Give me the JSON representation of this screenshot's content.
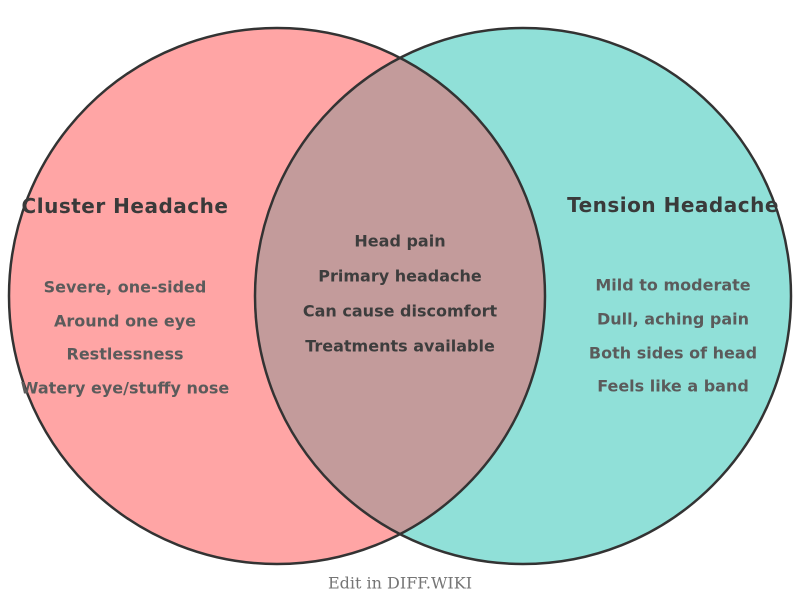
{
  "diagram": {
    "type": "venn",
    "caption": "Edit in DIFF.WIKI",
    "stroke_color": "#333333",
    "left": {
      "title": "Cluster Headache",
      "color": "#FFA5A5",
      "items": [
        "Severe, one-sided",
        "Around one eye",
        "Restlessness",
        "Watery eye/stuffy nose"
      ]
    },
    "right": {
      "title": "Tension Headache",
      "color": "#90E0D8",
      "items": [
        "Mild to moderate",
        "Dull, aching pain",
        "Both sides of head",
        "Feels like a band"
      ]
    },
    "overlap": {
      "color": "#C39B9B",
      "items": [
        "Head pain",
        "Primary headache",
        "Can cause discomfort",
        "Treatments available"
      ]
    }
  }
}
